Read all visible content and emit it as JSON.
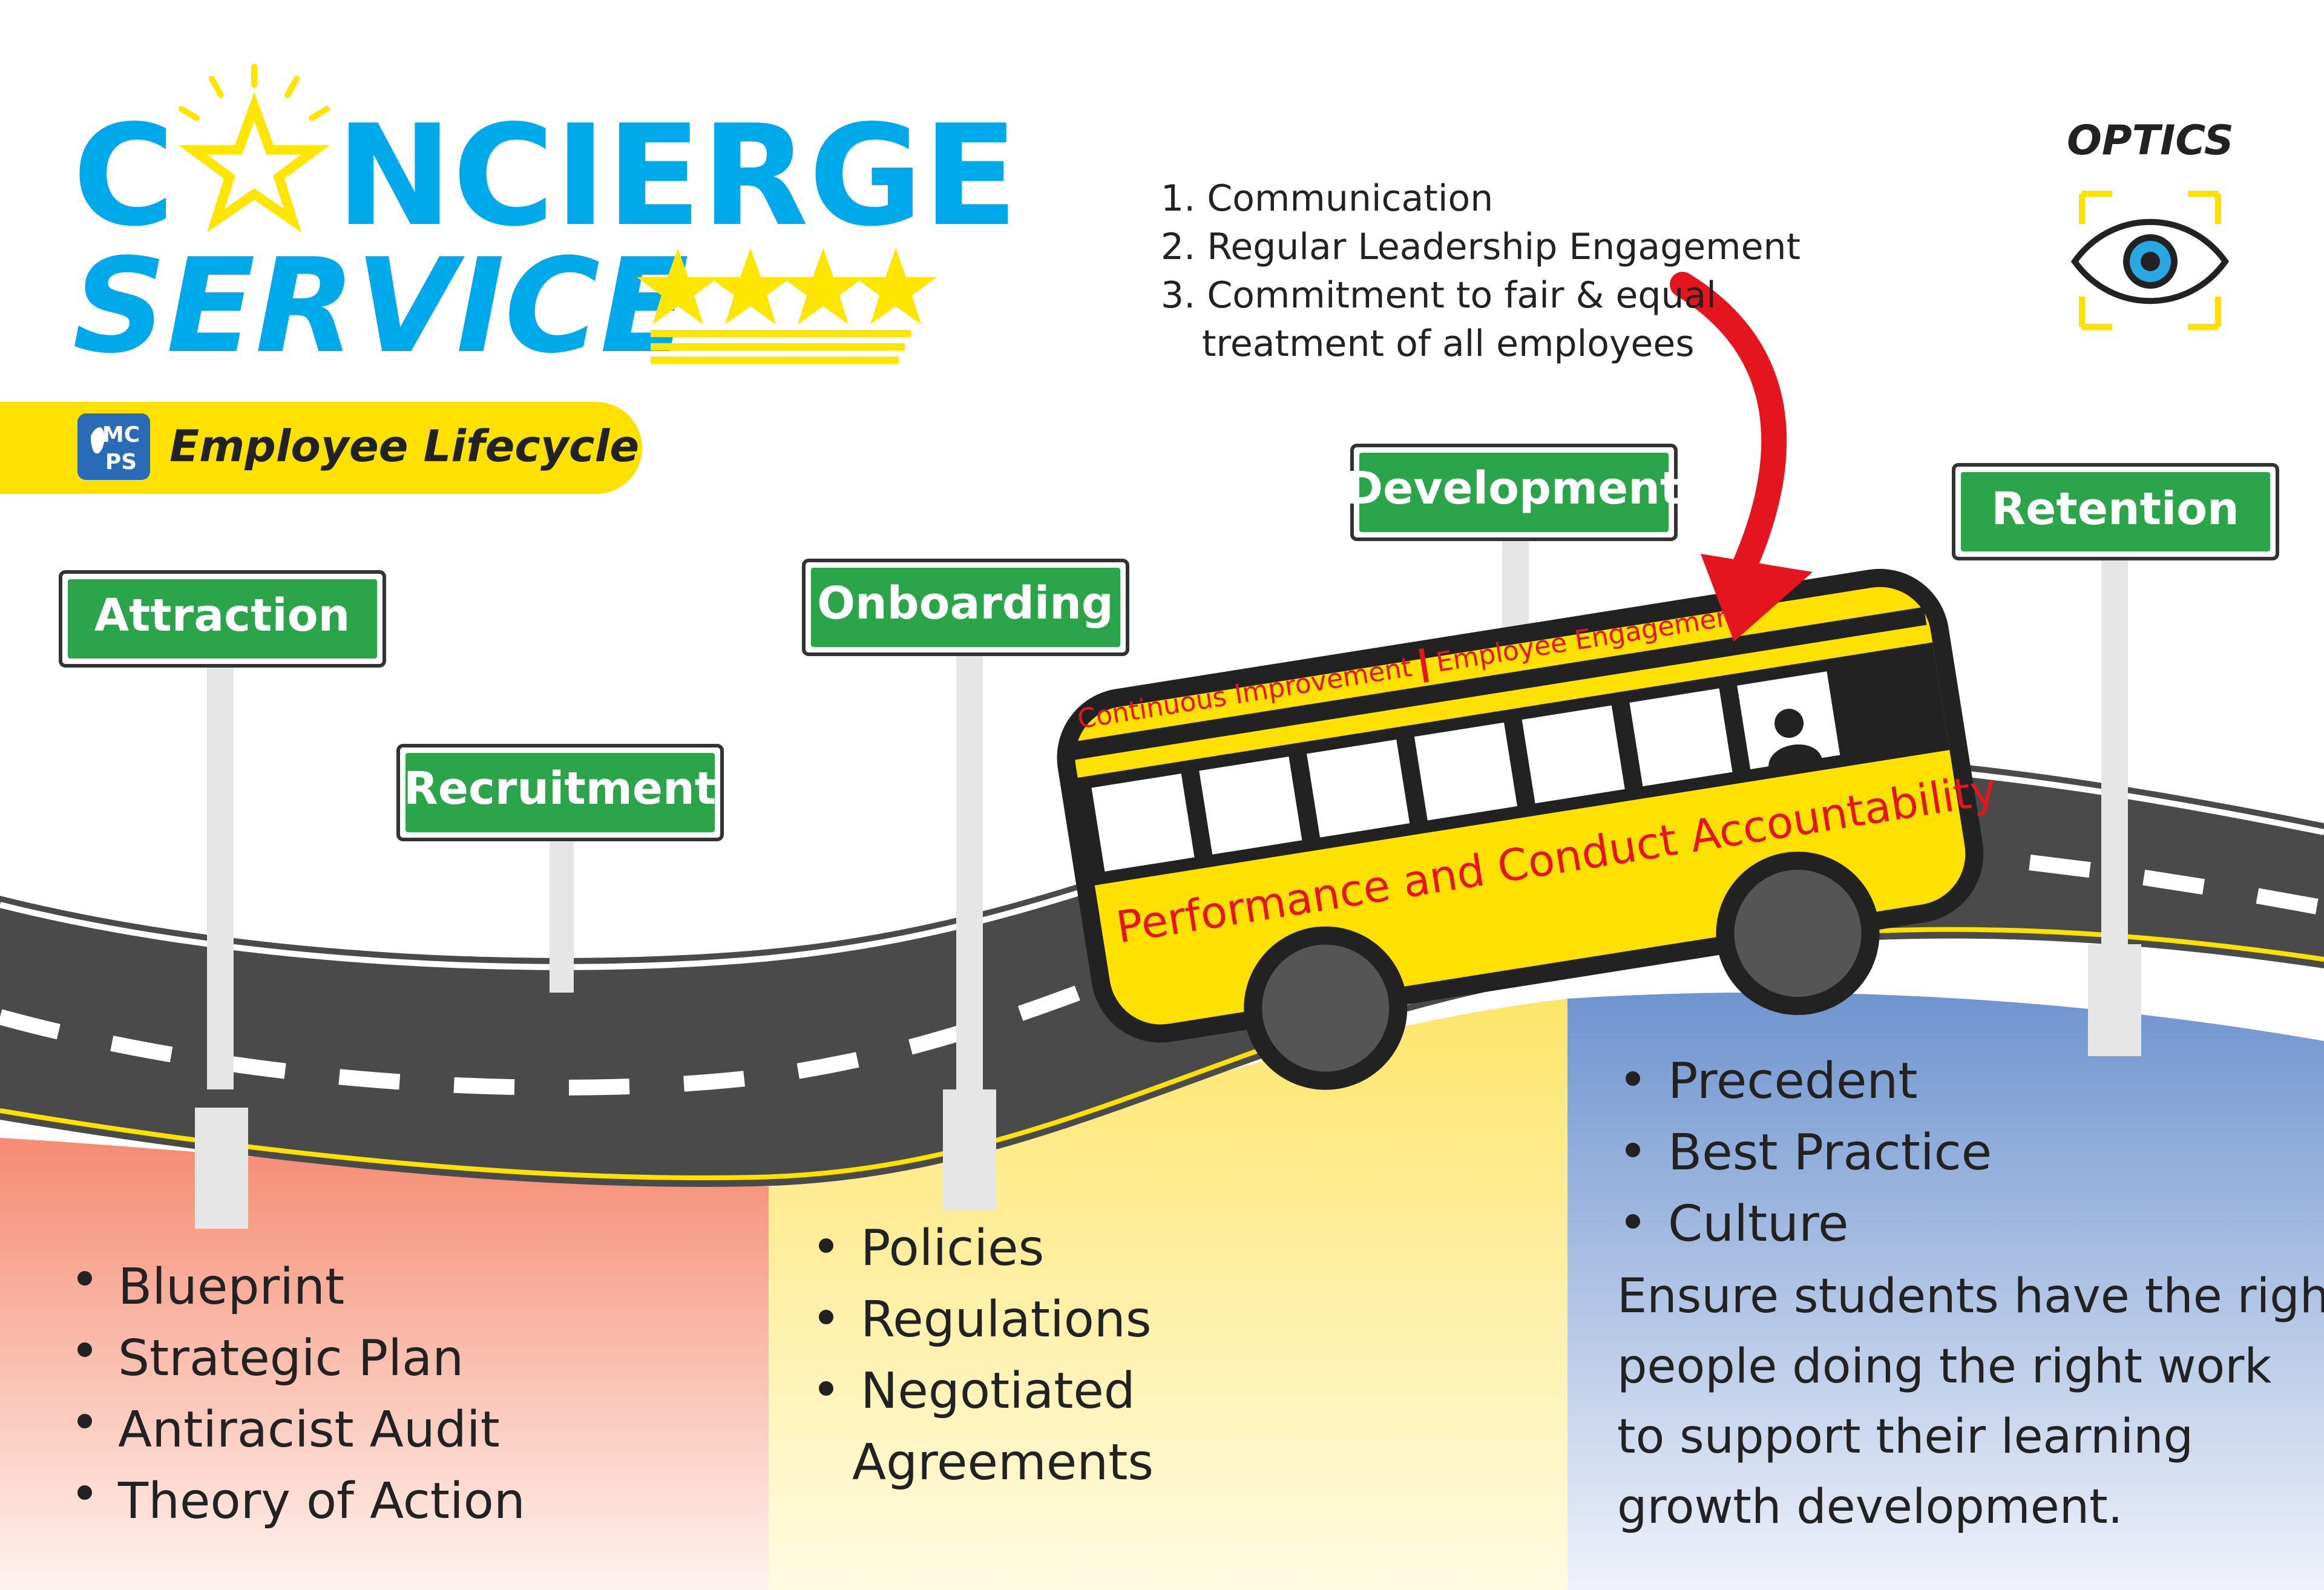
{
  "header": {
    "title_line1_a": "C",
    "title_line1_b": "NCIERGE",
    "title_line2": "SERVICE",
    "badge_text": "Employee Lifecycle",
    "logo_line1": "MC",
    "logo_line2": "PS"
  },
  "optics": {
    "label": "OPTICS"
  },
  "numbered_list": [
    "1. Communication",
    "2. Regular Leadership Engagement",
    "3. Commitment to fair & equal",
    "treatment of all employees"
  ],
  "signs": {
    "attraction": "Attraction",
    "recruitment": "Recruitment",
    "onboarding": "Onboarding",
    "development": "Development",
    "retention": "Retention"
  },
  "bus": {
    "top_left": "Continuous Improvement",
    "top_right": "Employee Engagement",
    "side": "Performance and Conduct Accountability"
  },
  "panels": {
    "left": [
      "Blueprint",
      "Strategic Plan",
      "Antiracist Audit",
      "Theory of Action"
    ],
    "middle": [
      "Policies",
      "Regulations",
      "Negotiated",
      "Agreements"
    ],
    "right": [
      "Precedent",
      "Best Practice",
      "Culture"
    ],
    "right_paragraph": [
      "Ensure students have the right",
      "people doing the right work",
      "to support their learning",
      "growth development."
    ]
  },
  "colors": {
    "title_blue": "#00a9ea",
    "star_yellow": "#ffe600",
    "sign_green": "#2ca44c",
    "bus_yellow": "#ffe100",
    "arrow_red": "#e4151f",
    "road_gray": "#4a4a4a",
    "panel_red": "#f58b72",
    "panel_yellow": "#fde56b",
    "panel_blue": "#6f94cf"
  },
  "icons": [
    "star-icon",
    "eye-icon",
    "mcps-logo",
    "driver-icon",
    "red-arrow"
  ]
}
